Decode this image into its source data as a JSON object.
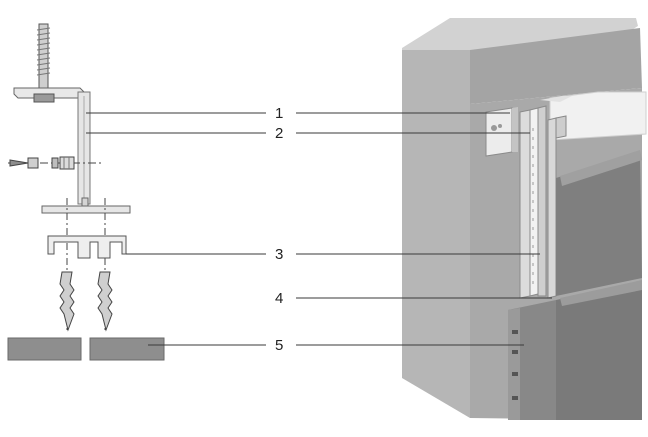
{
  "callouts": [
    {
      "number": "1",
      "label": "1"
    },
    {
      "number": "2",
      "label": "2"
    },
    {
      "number": "3",
      "label": "3"
    },
    {
      "number": "4",
      "label": "4"
    },
    {
      "number": "5",
      "label": "5"
    }
  ],
  "colors": {
    "line": "#3a3a3a",
    "metal_light": "#e4e4e4",
    "metal_mid": "#bdbdbd",
    "panel_dark": "#7c7c7c",
    "panel_mid": "#939393",
    "wall_top": "#d0d0d0",
    "wall_front": "#b4b4b4",
    "wall_side": "#a6a6a6",
    "insulation": "#f1f1f1"
  }
}
